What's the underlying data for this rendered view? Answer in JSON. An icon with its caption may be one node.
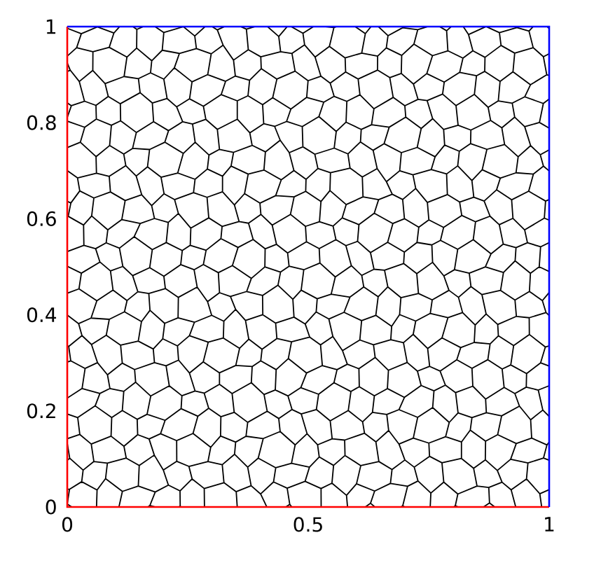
{
  "diagram": {
    "labels": [
      "1",
      "0.8",
      "0.6",
      "0.4",
      "0.2",
      "0",
      "0",
      "0.5",
      "1"
    ]
  }
}
